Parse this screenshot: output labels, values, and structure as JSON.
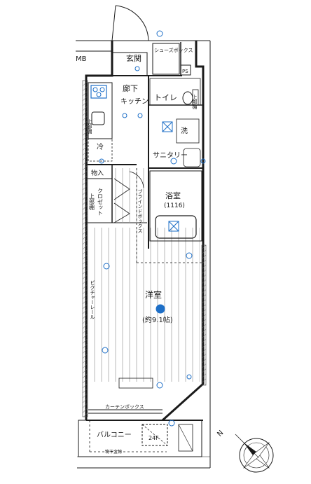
{
  "rooms": {
    "entrance": "玄関",
    "shoe_box": "シューズボックス",
    "ps": "PS",
    "mb": "MB",
    "corridor": "廊下",
    "kitchen": "キッチン",
    "toilet": "トイレ",
    "laundry": "洗",
    "sanitary": "サニタリー",
    "fridge": "冷",
    "bath": "浴室",
    "bath_size": "(1116)",
    "storage": "物入",
    "closet": "クロゼット",
    "upper_shelf": "上部棚",
    "western_room": "洋室",
    "western_size": "(約9.1帖)",
    "balcony": "バルコニー",
    "balcony_note": "物干金物",
    "outdoor_unit": "24F",
    "curtain_box": "カーテンボックス",
    "blind_box": "ブラインドボックス",
    "curtain_rail": "ピクチャーレール",
    "upper_shelf_2": "上部棚",
    "upper_shelf_3": "上部棚",
    "compass_n": "N"
  },
  "colors": {
    "wall": "#1a1a1a",
    "fixture": "#1e6fc7",
    "hatch": "#555555"
  }
}
